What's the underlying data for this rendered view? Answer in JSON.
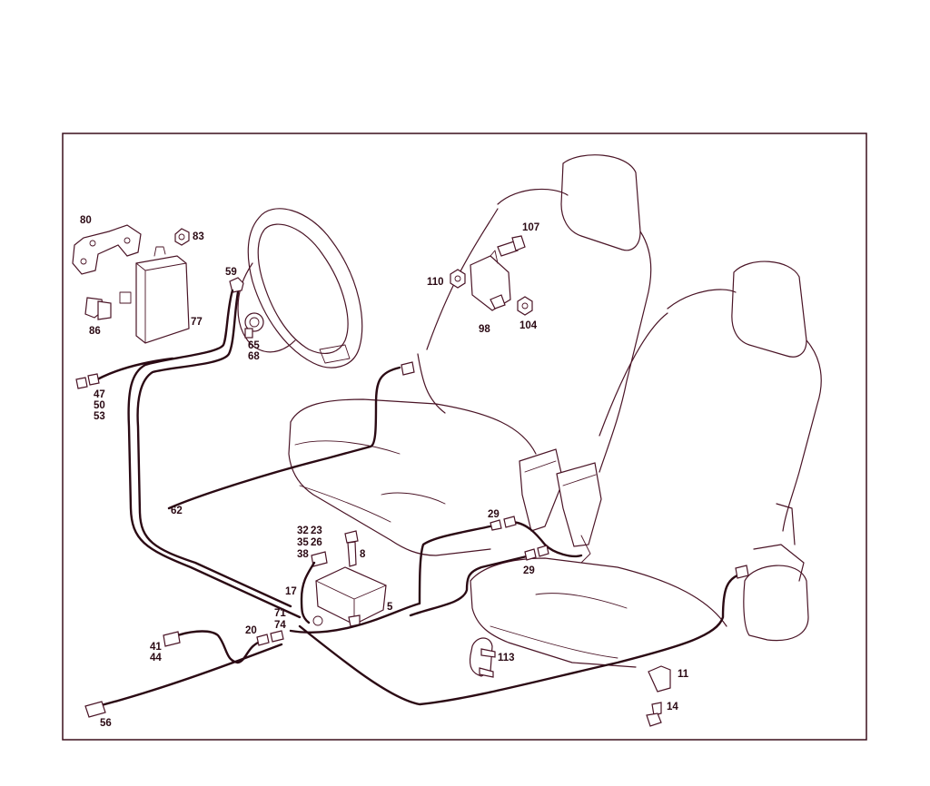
{
  "callouts": {
    "c80": "80",
    "c83": "83",
    "c59": "59",
    "c77": "77",
    "c86": "86",
    "c65": "65",
    "c68": "68",
    "c47": "47",
    "c50": "50",
    "c53": "53",
    "c107": "107",
    "c110": "110",
    "c98": "98",
    "c104": "104",
    "c62": "62",
    "c32": "32",
    "c23": "23",
    "c35": "35",
    "c26": "26",
    "c38": "38",
    "c8": "8",
    "c29a": "29",
    "c29b": "29",
    "c17": "17",
    "c5": "5",
    "c71": "71",
    "c74": "74",
    "c20": "20",
    "c41": "41",
    "c44": "44",
    "c113": "113",
    "c11": "11",
    "c14": "14",
    "c56": "56"
  },
  "colors": {
    "ink": "#4a1426",
    "wire": "#2b0a14",
    "frame": "#3a0f1c"
  }
}
